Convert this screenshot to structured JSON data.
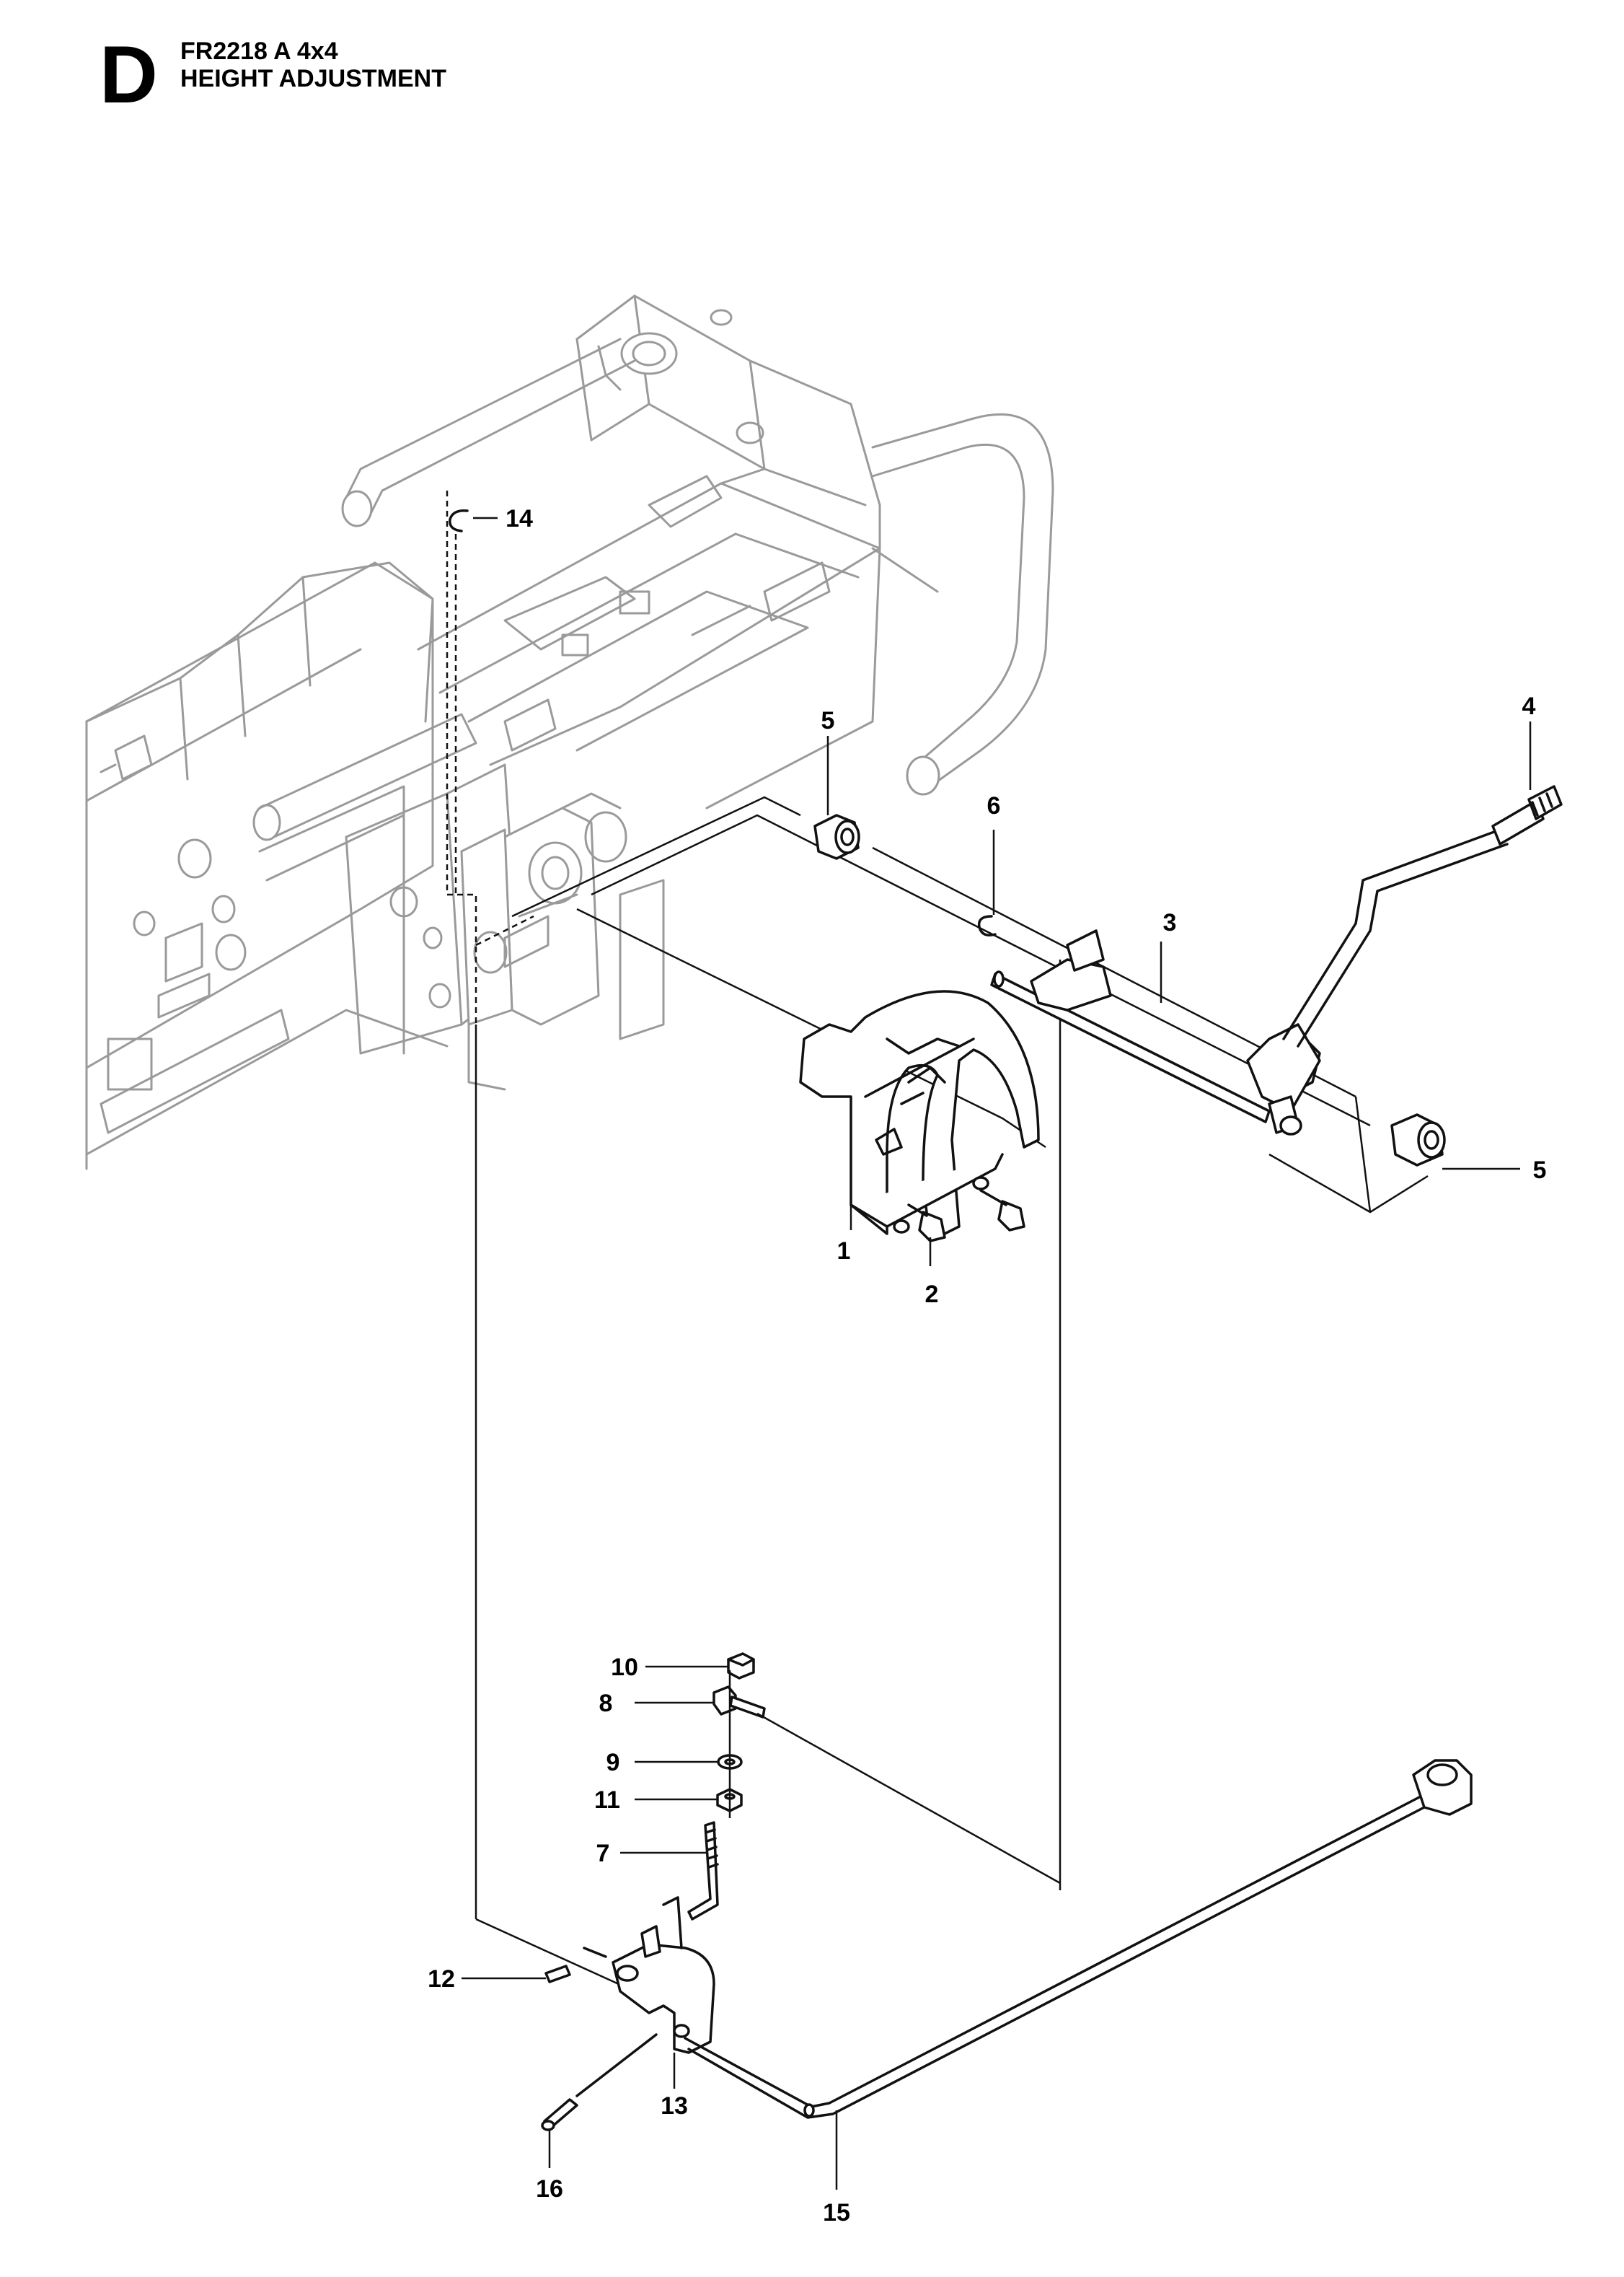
{
  "header": {
    "section_letter": "D",
    "model": "FR2218 A 4x4",
    "subtitle": "HEIGHT ADJUSTMENT"
  },
  "callouts": [
    {
      "id": "c1",
      "text": "1"
    },
    {
      "id": "c2",
      "text": "2"
    },
    {
      "id": "c3",
      "text": "3"
    },
    {
      "id": "c4",
      "text": "4"
    },
    {
      "id": "c5a",
      "text": "5"
    },
    {
      "id": "c5b",
      "text": "5"
    },
    {
      "id": "c6",
      "text": "6"
    },
    {
      "id": "c7",
      "text": "7"
    },
    {
      "id": "c8",
      "text": "8"
    },
    {
      "id": "c9",
      "text": "9"
    },
    {
      "id": "c10",
      "text": "10"
    },
    {
      "id": "c11",
      "text": "11"
    },
    {
      "id": "c12",
      "text": "12"
    },
    {
      "id": "c13",
      "text": "13"
    },
    {
      "id": "c14",
      "text": "14"
    },
    {
      "id": "c15",
      "text": "15"
    },
    {
      "id": "c16",
      "text": "16"
    }
  ]
}
